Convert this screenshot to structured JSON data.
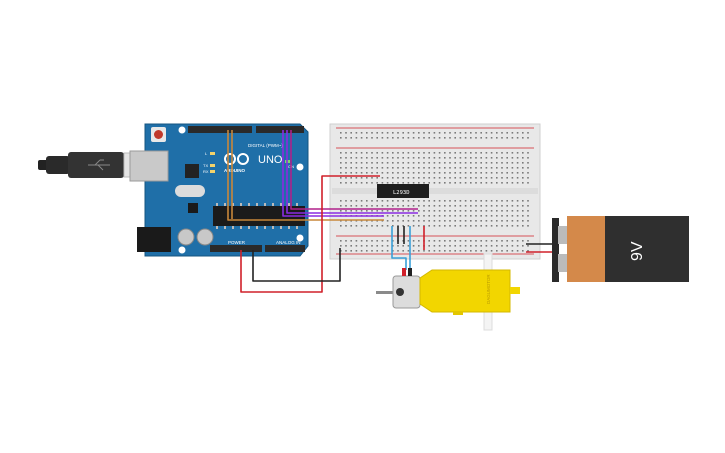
{
  "canvas": {
    "background": "#ffffff"
  },
  "arduino": {
    "brand_label": "ARDUINO",
    "model_label": "UNO",
    "digital_label": "DIGITAL (PWM~)",
    "analog_label": "ANALOG IN",
    "power_label": "POWER",
    "on_label": "ON",
    "tx_label": "TX",
    "rx_label": "RX",
    "l_label": "L",
    "board_color": "#1f6fa8"
  },
  "breadboard": {
    "color": "#e8e8e8"
  },
  "driver_chip": {
    "label": "L293D"
  },
  "battery": {
    "label": "9V",
    "body_color": "#2f2f2f",
    "label_color": "#d4894a"
  },
  "motor": {
    "label": "DAGUMOTOR",
    "gearbox_color": "#f2d600"
  },
  "wire_colors": {
    "red": "#d0202a",
    "black": "#222222",
    "purple": "#8a2be2",
    "magenta": "#b0208a",
    "orange": "#c8873a",
    "blue": "#3aa0d8"
  }
}
